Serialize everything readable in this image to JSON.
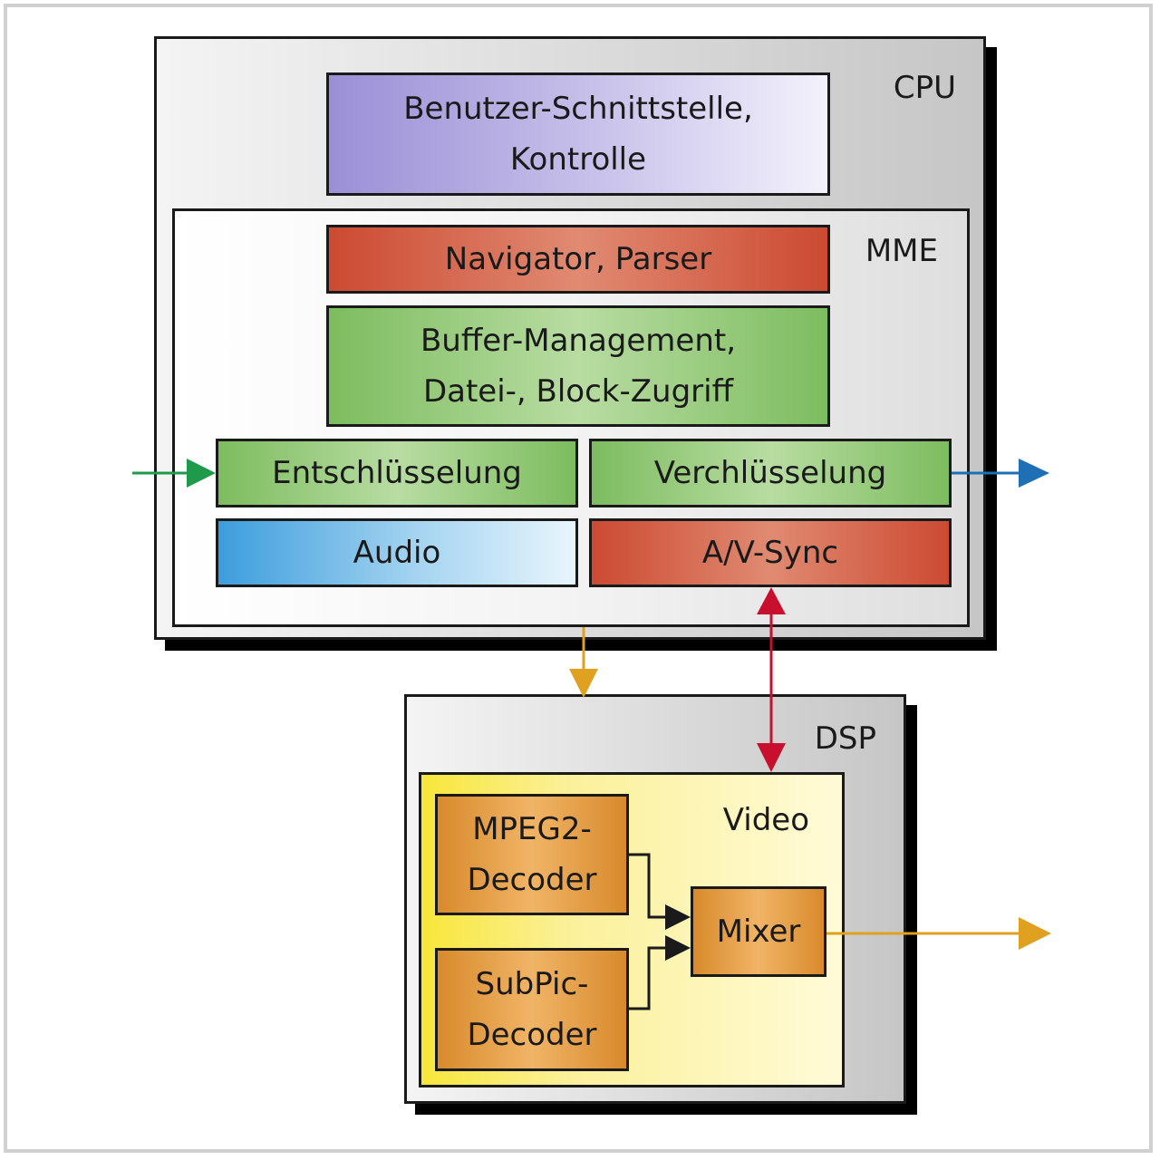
{
  "cpu": {
    "label": "CPU",
    "ui_box": "Benutzer-Schnittstelle,\nKontrolle"
  },
  "mme": {
    "label": "MME",
    "navigator": "Navigator, Parser",
    "buffer": "Buffer-Management,\nDatei-, Block-Zugriff",
    "decrypt": "Entschlüsselung",
    "encrypt": "Verchlüsselung",
    "audio": "Audio",
    "avsync": "A/V-Sync"
  },
  "dsp": {
    "label": "DSP",
    "video_label": "Video",
    "mpeg2": "MPEG2-\nDecoder",
    "subpic": "SubPic-\nDecoder",
    "mixer": "Mixer"
  },
  "colors": {
    "arrow_in": "#1e9a4a",
    "arrow_out": "#1f6fb5",
    "arrow_dsp": "#e0a020",
    "arrow_sync": "#c8102e",
    "arrow_mixer": "#1a1a1a"
  }
}
